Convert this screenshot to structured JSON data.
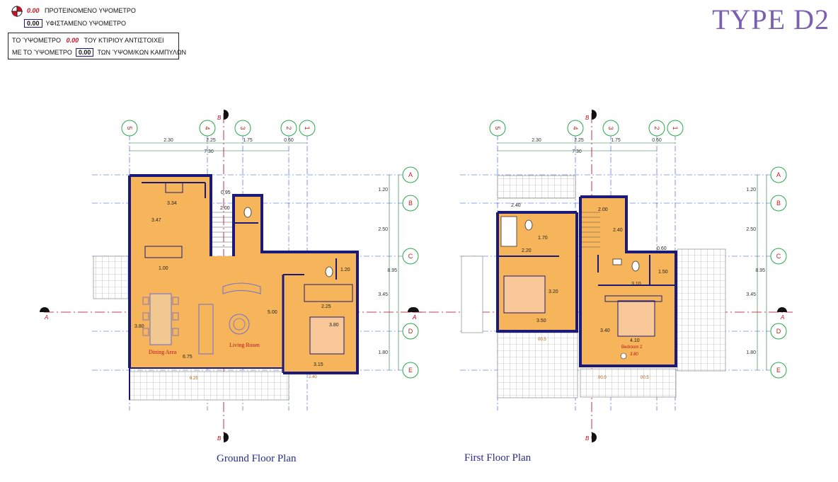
{
  "title": "TYPE D2",
  "legend": {
    "proposed_value": "0.00",
    "proposed_label": "ΠΡΟΤΕΙΝΟΜΕΝΟ ΥΨΟΜΕΤΡΟ",
    "existing_value": "0.00",
    "existing_label": "ΥΦΙΣΤΑΜΕΝΟ ΥΨΟΜΕΤΡΟ",
    "note_line1_pre": "ΤΟ ΎΨΟΜΕΤΡΟ",
    "note_line1_value": "0.00",
    "note_line1_post": "ΤΟΥ ΚΤΙΡΙΟΥ ΑΝΤΙΣΤΟΙΧΕΙ",
    "note_line2_pre": "ΜΕ ΤΟ ΎΨΟΜΕΤΡΟ",
    "note_line2_value": "0.00",
    "note_line2_post": "ΤΩΝ ΎΨΟΜ/ΚΩΝ ΚΑΜΠΥΛΩΝ"
  },
  "colors": {
    "room_fill": "#f6b55a",
    "wall": "#1c1a78",
    "grid_line": "#3050d0",
    "axis_bubble": "#2aa84a",
    "section_line": "#b00020",
    "dimension": "#1a7a30",
    "label_red": "#c01020",
    "title": "#7b5fb0"
  },
  "plans": [
    {
      "caption": "Ground Floor Plan",
      "axes_top": [
        "5",
        "4",
        "3",
        "2",
        "1"
      ],
      "axes_right": [
        "A",
        "B",
        "C",
        "D",
        "E"
      ],
      "top_dims": [
        "2.30",
        "2.25",
        "1.75",
        "0.60"
      ],
      "total_dim": "7.30",
      "side_dims": [
        "1.20",
        "2.50",
        "3.45",
        "1.80"
      ],
      "side_total": "8.95",
      "section_marks": [
        "A",
        "A",
        "B",
        "B"
      ],
      "rooms": [
        {
          "label": "Dining Area"
        },
        {
          "label": "Living Room"
        }
      ],
      "room_dims": [
        "3.34",
        "3.47",
        "2.00",
        "1.20",
        "2.25",
        "3.80",
        "5.00",
        "6.75",
        "3.15",
        "3.80",
        "0.95",
        "1.00"
      ],
      "bottom_dims": [
        "6.25",
        "2.40"
      ]
    },
    {
      "caption": "First Floor Plan",
      "axes_top": [
        "5",
        "4",
        "3",
        "2",
        "1"
      ],
      "axes_right": [
        "A",
        "B",
        "C",
        "D",
        "E"
      ],
      "top_dims": [
        "2.30",
        "2.25",
        "1.75",
        "0.60"
      ],
      "total_dim": "7.30",
      "side_dims": [
        "1.20",
        "2.50",
        "3.45",
        "1.80"
      ],
      "side_total": "8.95",
      "section_marks": [
        "A",
        "A",
        "B",
        "B"
      ],
      "rooms": [
        {
          "label": "Bedroom 2"
        }
      ],
      "level_mark": "3.80",
      "room_dims": [
        "2.40",
        "1.70",
        "2.20",
        "2.00",
        "2.40",
        "3.20",
        "3.50",
        "3.10",
        "1.50",
        "3.40",
        "4.10",
        "0.60"
      ],
      "bottom_dims": [
        "00.5",
        "00.0",
        "00.5"
      ]
    }
  ]
}
